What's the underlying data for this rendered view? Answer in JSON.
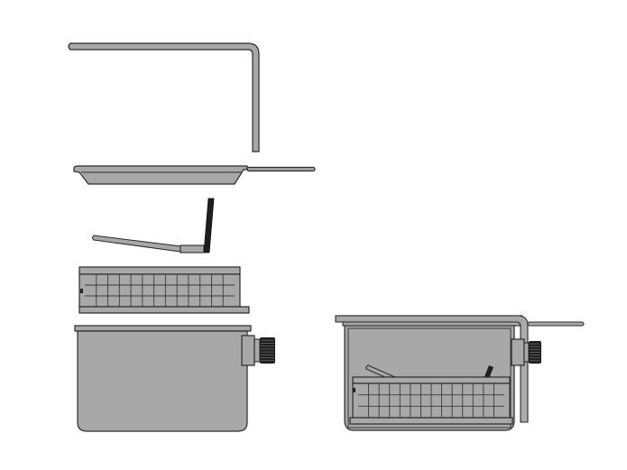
{
  "colors": {
    "background": "#ffffff",
    "body_fill": "#a8a8a8",
    "outline": "#2b2b2b",
    "handle_black": "#1e1e1e",
    "grid_line": "#3a3a3a"
  },
  "components": [
    {
      "id": "bent-handle-rod",
      "label": ""
    },
    {
      "id": "shallow-pan",
      "label": ""
    },
    {
      "id": "skewer-rod",
      "label": ""
    },
    {
      "id": "mesh-basket",
      "label": ""
    },
    {
      "id": "container-body",
      "label": ""
    },
    {
      "id": "assembled-unit",
      "label": ""
    }
  ]
}
